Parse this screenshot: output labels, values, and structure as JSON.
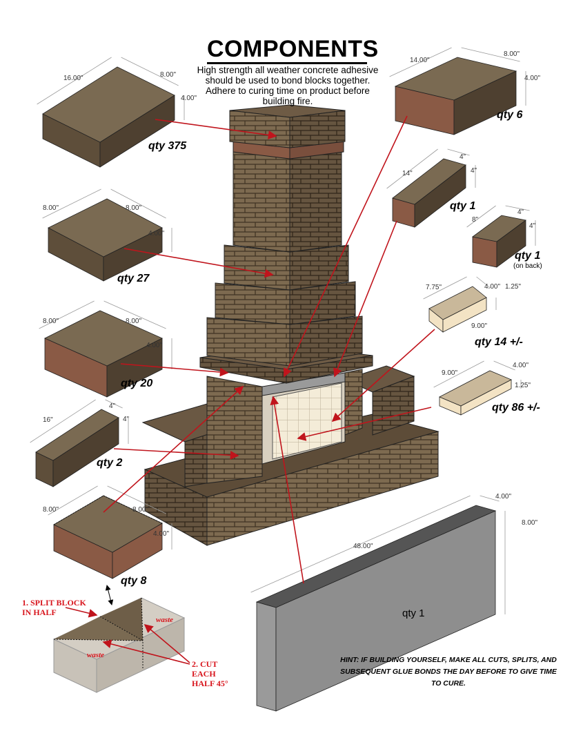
{
  "title": "COMPONENTS",
  "subtitle": "High strength all weather concrete adhesive should be used to bond blocks together. Adhere to curing time on product before building fire.",
  "components": [
    {
      "qty": "qty 375",
      "dims": [
        "16.00\"",
        "8.00\"",
        "4.00\""
      ]
    },
    {
      "qty": "qty 27",
      "dims": [
        "8.00\"",
        "8.00\"",
        "4.00\""
      ]
    },
    {
      "qty": "qty 20",
      "dims": [
        "8.00\"",
        "8.00\"",
        "4.00\""
      ]
    },
    {
      "qty": "qty 2",
      "dims": [
        "16\"",
        "4\"",
        "4\""
      ]
    },
    {
      "qty": "qty 8",
      "dims": [
        "8.00\"",
        "8.00\"",
        "4.00\""
      ]
    },
    {
      "qty": "qty 6",
      "dims": [
        "14.00\"",
        "8.00\"",
        "4.00\""
      ]
    },
    {
      "qty": "qty 1",
      "dims": [
        "14\"",
        "4\"",
        "4\""
      ]
    },
    {
      "qty": "qty 1",
      "note": "(on back)",
      "dims": [
        "8\"",
        "4\"",
        "4\""
      ]
    },
    {
      "qty": "qty 14 +/-",
      "dims": [
        "7.75\"",
        "4.00\"",
        "1.25\"",
        "9.00\""
      ]
    },
    {
      "qty": "qty 86 +/-",
      "dims": [
        "9.00\"",
        "4.00\"",
        "1.25\""
      ]
    },
    {
      "qty": "qty 1",
      "dims": [
        "48.00\"",
        "4.00\"",
        "8.00\""
      ]
    }
  ],
  "cut_instructions": {
    "step1": [
      "1. SPLIT BLOCK",
      "IN HALF"
    ],
    "step2": [
      "2. CUT",
      "EACH",
      "HALF 45°"
    ],
    "waste_label": "waste"
  },
  "hint": "HINT:  IF BUILDING YOURSELF, MAKE ALL CUTS, SPLITS, AND SUBSEQUENT GLUE BONDS THE DAY BEFORE TO GIVE TIME TO CURE.",
  "colors": {
    "arrow": "#c0141c",
    "block_top": "#7a6a52",
    "block_side": "#5e4e3a",
    "stone": "#8a5a45",
    "cap": "#c9b89a",
    "cap_light": "#f3e3c4",
    "concrete": "#8e8e8e"
  }
}
